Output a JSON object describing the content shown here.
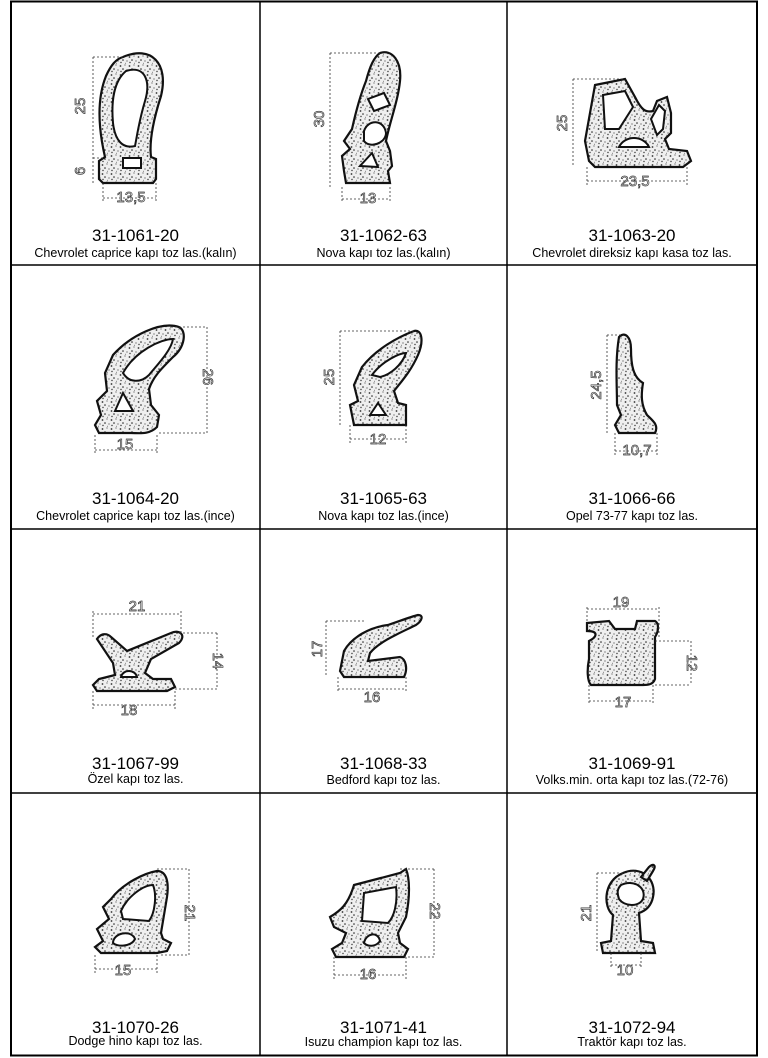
{
  "products": [
    {
      "code": "31-1061-20",
      "description": "Chevrolet caprice kapı toz las.(kalın)",
      "dims": [
        "25",
        "6",
        "13,5"
      ]
    },
    {
      "code": "31-1062-63",
      "description": "Nova kapı toz las.(kalın)",
      "dims": [
        "30",
        "13"
      ]
    },
    {
      "code": "31-1063-20",
      "description": "Chevrolet direksiz kapı kasa toz las.",
      "dims": [
        "25",
        "23,5"
      ]
    },
    {
      "code": "31-1064-20",
      "description": "Chevrolet caprice kapı toz las.(ince)",
      "dims": [
        "26",
        "15"
      ]
    },
    {
      "code": "31-1065-63",
      "description": "Nova kapı toz las.(ince)",
      "dims": [
        "25",
        "12"
      ]
    },
    {
      "code": "31-1066-66",
      "description": "Opel 73-77 kapı toz las.",
      "dims": [
        "24,5",
        "10,7"
      ]
    },
    {
      "code": "31-1067-99",
      "description": "Özel kapı toz las.",
      "dims": [
        "21",
        "14",
        "18"
      ]
    },
    {
      "code": "31-1068-33",
      "description": "Bedford kapı toz las.",
      "dims": [
        "17",
        "16"
      ]
    },
    {
      "code": "31-1069-91",
      "description": "Volks.min. orta kapı toz las.(72-76)",
      "dims": [
        "19",
        "12",
        "17"
      ]
    },
    {
      "code": "31-1070-26",
      "description": "Dodge hino kapı toz las.",
      "dims": [
        "21",
        "15"
      ]
    },
    {
      "code": "31-1071-41",
      "description": "Isuzu champion kapı toz las.",
      "dims": [
        "22",
        "16"
      ]
    },
    {
      "code": "31-1072-94",
      "description": "Traktör kapı toz las.",
      "dims": [
        "21",
        "10"
      ]
    }
  ]
}
